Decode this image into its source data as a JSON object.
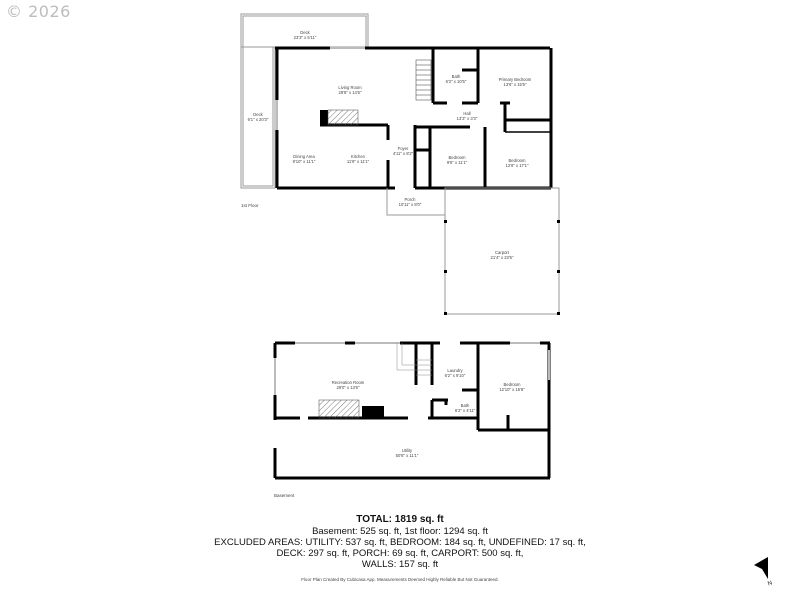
{
  "copyright": "© 2026",
  "first_floor": {
    "label": "1st Floor",
    "rooms": [
      {
        "name": "Deck",
        "dims": "23'3\" x 5'11\""
      },
      {
        "name": "Deck",
        "dims": "6'1\" x 20'3\""
      },
      {
        "name": "Living Room",
        "dims": "29'8\" x 14'5\""
      },
      {
        "name": "Bath",
        "dims": "6'2\" x 10'5\""
      },
      {
        "name": "Primary Bedroom",
        "dims": "13'6\" x 15'5\""
      },
      {
        "name": "Hall",
        "dims": "13'3\" x 3'3\""
      },
      {
        "name": "Dining Area",
        "dims": "9'10\" x 11'1\""
      },
      {
        "name": "Kitchen",
        "dims": "11'9\" x 11'1\""
      },
      {
        "name": "Foyer",
        "dims": "4'11\" x 8'2\""
      },
      {
        "name": "Bedroom",
        "dims": "9'6\" x 11'1\""
      },
      {
        "name": "Bedroom",
        "dims": "12'6\" x 17'1\""
      },
      {
        "name": "Porch",
        "dims": "10'11\" x 8'0\""
      },
      {
        "name": "Carport",
        "dims": "21'4\" x 23'5\""
      }
    ]
  },
  "basement": {
    "label": "Basement",
    "rooms": [
      {
        "name": "Recreation Room",
        "dims": "29'0\" x 13'6\""
      },
      {
        "name": "Laundry",
        "dims": "6'2\" x 9'10\""
      },
      {
        "name": "Bedroom",
        "dims": "12'10\" x 15'8\""
      },
      {
        "name": "Bath",
        "dims": "6'2\" x 4'11\""
      },
      {
        "name": "Utility",
        "dims": "50'8\" x 11'1\""
      }
    ]
  },
  "summary": {
    "total": "TOTAL: 1819 sq. ft",
    "line1": "Basement: 525 sq. ft, 1st floor: 1294 sq. ft",
    "line2": "EXCLUDED AREAS: UTILITY: 537 sq. ft, BEDROOM: 184 sq. ft, UNDEFINED: 17 sq. ft,",
    "line3": "DECK: 297 sq. ft, PORCH: 69 sq. ft, CARPORT: 500 sq. ft,",
    "line4": "WALLS: 157 sq. ft",
    "credit": "Floor Plan Created By Cubicasa App. Measurements Deemed Highly Reliable But Not Guaranteed."
  },
  "compass": {
    "label": "N"
  }
}
